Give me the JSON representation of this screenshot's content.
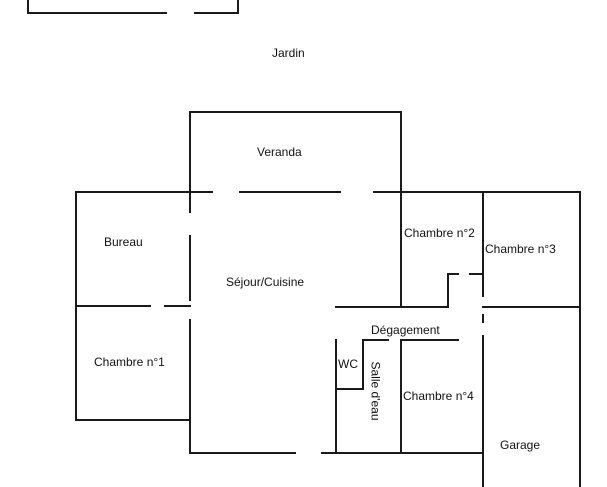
{
  "labels": {
    "jardin": "Jardin",
    "veranda": "Veranda",
    "bureau": "Bureau",
    "sejour": "Séjour/Cuisine",
    "chambre1": "Chambre n°1",
    "chambre2": "Chambre n°2",
    "chambre3": "Chambre n°3",
    "chambre4": "Chambre n°4",
    "degagement": "Dégagement",
    "wc": "WC",
    "salle_eau": "Salle d'eau",
    "garage": "Garage"
  },
  "colors": {
    "wall": "#1a1a1a",
    "background": "#ffffff",
    "text": "#111111"
  }
}
